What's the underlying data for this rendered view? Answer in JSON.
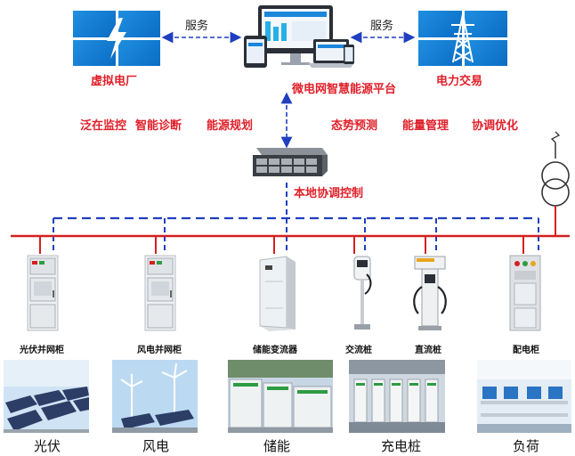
{
  "top": {
    "virtual_plant_label": "虚拟电厂",
    "platform_label": "微电网智慧能源平台",
    "trading_label": "电力交易",
    "service_left": "服务",
    "service_right": "服务"
  },
  "functions": [
    "泛在监控",
    "智能诊断",
    "能源规划",
    "态势预测",
    "能量管理",
    "协调优化"
  ],
  "controller_label": "本地协调控制",
  "devices": [
    {
      "label": "光伏并网柜"
    },
    {
      "label": "风电并网柜"
    },
    {
      "label": "储能变流器"
    },
    {
      "label": "交流桩"
    },
    {
      "label": "直流桩"
    },
    {
      "label": "配电柜"
    }
  ],
  "photo_labels": [
    "光伏",
    "风电",
    "储能",
    "充电桩",
    "负荷"
  ],
  "colors": {
    "accent_red": "#e0202a",
    "bus_red": "#d42020",
    "comm_blue": "#1f3fbf",
    "tile_blue": "#1a86dc"
  },
  "icons": [
    "lightning-icon",
    "transmission-tower-icon",
    "transformer-icon"
  ]
}
